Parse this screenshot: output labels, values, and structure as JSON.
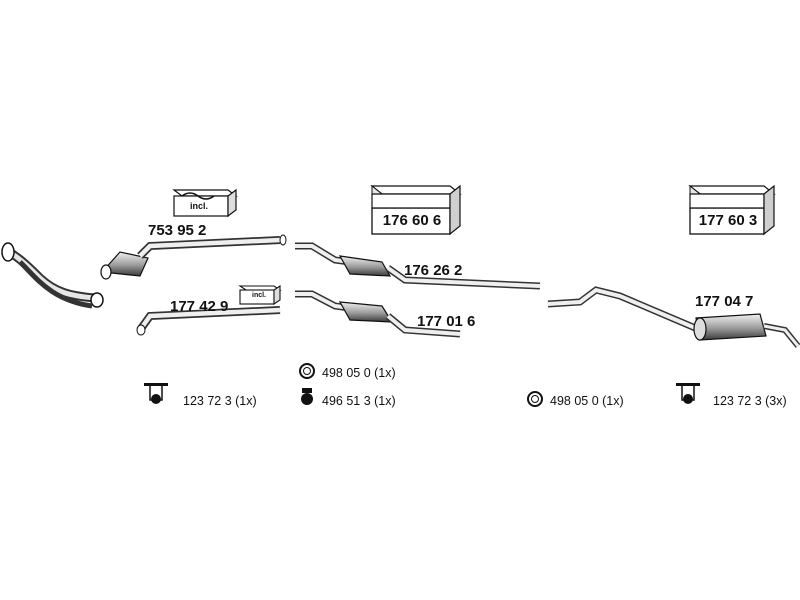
{
  "sets": {
    "set_1": "176 60 6",
    "set_2": "177 60 3"
  },
  "incl_tags": {
    "tag_1": "incl.",
    "tag_2": "incl."
  },
  "parts": {
    "cat_upper": "753 95 2",
    "pipe_lower": "177 42 9",
    "muffler_upper": "176 26 2",
    "muffler_lower": "177 01 6",
    "rear_muffler": "177 04 7"
  },
  "accessories": {
    "hanger_left": "123 72 3 (1x)",
    "ring_center": "498 05 0 (1x)",
    "clamp_center": "496 51 3 (1x)",
    "ring_right": "498 05 0 (1x)",
    "hanger_right": "123 72 3 (3x)"
  }
}
